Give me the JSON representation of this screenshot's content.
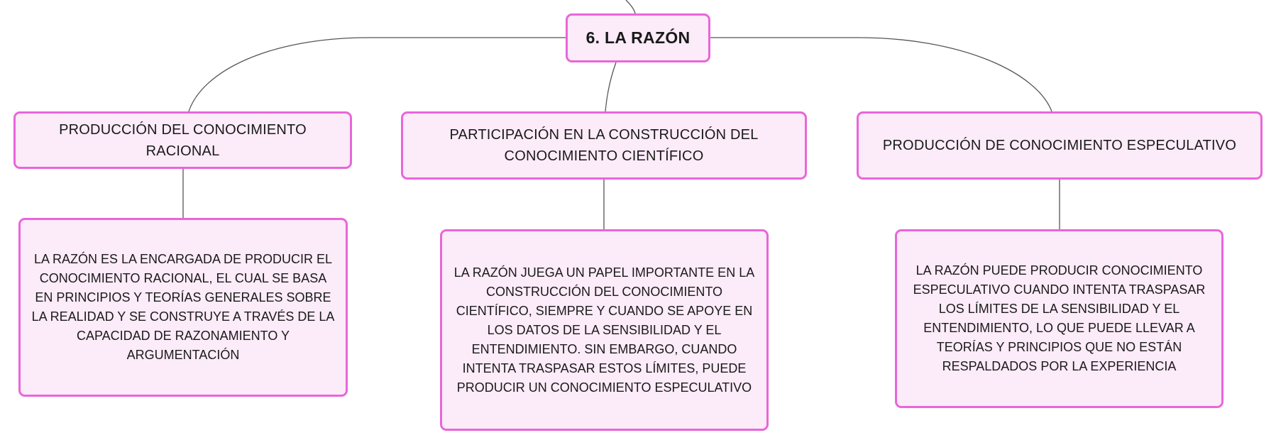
{
  "diagram": {
    "root": {
      "label": "6. LA RAZÓN"
    },
    "branches": [
      {
        "topic": "PRODUCCIÓN DEL CONOCIMIENTO RACIONAL",
        "detail": "LA RAZÓN ES LA ENCARGADA DE PRODUCIR EL CONOCIMIENTO RACIONAL, EL CUAL SE BASA EN PRINCIPIOS Y TEORÍAS GENERALES SOBRE LA REALIDAD Y SE CONSTRUYE A TRAVÉS DE LA CAPACIDAD DE RAZONAMIENTO Y ARGUMENTACIÓN"
      },
      {
        "topic": "PARTICIPACIÓN EN LA CONSTRUCCIÓN DEL CONOCIMIENTO CIENTÍFICO",
        "detail": "LA RAZÓN JUEGA UN PAPEL IMPORTANTE EN LA CONSTRUCCIÓN DEL CONOCIMIENTO CIENTÍFICO, SIEMPRE Y CUANDO SE APOYE EN LOS DATOS DE LA SENSIBILIDAD Y EL ENTENDIMIENTO. SIN EMBARGO, CUANDO INTENTA TRASPASAR ESTOS LÍMITES, PUEDE PRODUCIR UN CONOCIMIENTO ESPECULATIVO"
      },
      {
        "topic": "PRODUCCIÓN DE CONOCIMIENTO ESPECULATIVO",
        "detail": "LA RAZÓN PUEDE PRODUCIR CONOCIMIENTO ESPECULATIVO CUANDO INTENTA TRASPASAR LOS LÍMITES DE LA SENSIBILIDAD Y EL ENTENDIMIENTO, LO QUE PUEDE LLEVAR A TEORÍAS Y PRINCIPIOS QUE NO ESTÁN RESPALDADOS POR LA EXPERIENCIA"
      }
    ]
  },
  "colors": {
    "node_fill": "#fcebf8",
    "node_border": "#e866da",
    "connector": "#555555",
    "text": "#1a1a1a"
  }
}
